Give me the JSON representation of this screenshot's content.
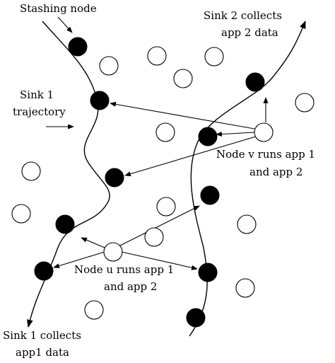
{
  "labels": {
    "stashing_node": "Stashing node",
    "sink1_trajectory_line1": "Sink 1",
    "sink1_trajectory_line2": "trajectory",
    "sink2_collects_line1": "Sink 2 collects",
    "sink2_collects_line2": "app 2 data",
    "node_v_line1": "Node v runs app 1",
    "node_v_line2": "and app 2",
    "node_u_line1": "Node u runs app 1",
    "node_u_line2": "and app 2",
    "sink1_collects_line1": "Sink 1 collects",
    "sink1_collects_line2": "app1 data"
  },
  "colors": {
    "stashing_node": "#000000",
    "sensor_node": "#ffffff",
    "line": "#000000"
  }
}
